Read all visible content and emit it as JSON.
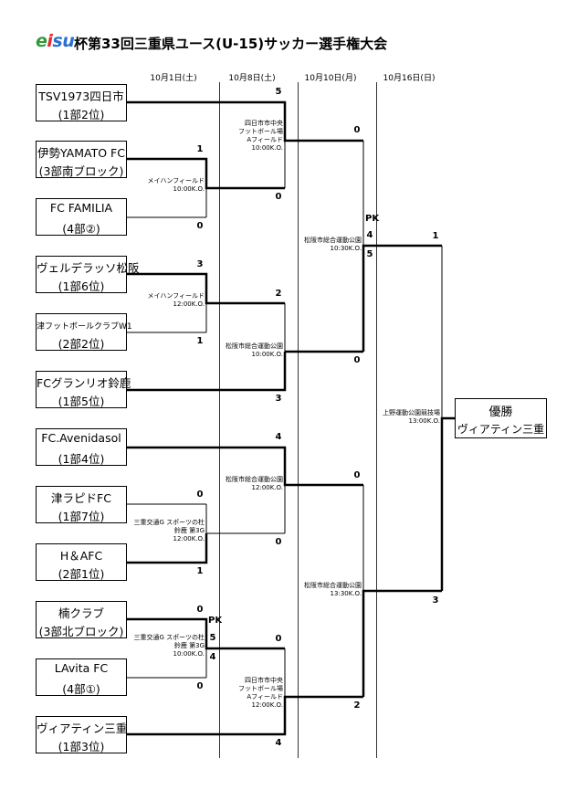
{
  "header": {
    "logo_e": "e",
    "logo_i": "i",
    "logo_su": "su",
    "title": "杯第33回三重県ユース(U-15)サッカー選手権大会"
  },
  "dates": [
    "10月1日(土)",
    "10月8日(土)",
    "10月10日(月)",
    "10月16日(日)"
  ],
  "teams": [
    {
      "name": "TSV1973四日市",
      "sub": "(1部2位)"
    },
    {
      "name": "伊勢YAMATO FC",
      "sub": "(3部南ブロック)"
    },
    {
      "name": "FC FAMILIA",
      "sub": "(4部②)"
    },
    {
      "name": "ヴェルデラッソ松阪",
      "sub": "(1部6位)"
    },
    {
      "name": "津フットボールクラブW1",
      "sub": "(2部2位)"
    },
    {
      "name": "FCグランリオ鈴鹿",
      "sub": "(1部5位)"
    },
    {
      "name": "FC.Avenidasol",
      "sub": "(1部4位)"
    },
    {
      "name": "津ラピドFC",
      "sub": "(1部7位)"
    },
    {
      "name": "H＆AFC",
      "sub": "(2部1位)"
    },
    {
      "name": "楠クラブ",
      "sub": "(3部北ブロック)"
    },
    {
      "name": "LAvita FC",
      "sub": "(4部①)"
    },
    {
      "name": "ヴィアティン三重",
      "sub": "(1部3位)"
    }
  ],
  "scores": {
    "r1_a_top": "1",
    "r1_a_bot": "0",
    "r1_b_top": "3",
    "r1_b_bot": "1",
    "r1_c_top": "0",
    "r1_c_bot": "1",
    "r1_d_top": "0",
    "r1_d_bot": "0",
    "r1_d_pk": "PK",
    "r1_d_pk_top": "5",
    "r1_d_pk_bot": "4",
    "r2_a_top": "5",
    "r2_a_bot": "0",
    "r2_b_top": "2",
    "r2_b_bot": "3",
    "r2_c_top": "4",
    "r2_c_bot": "0",
    "r2_d_top": "0",
    "r2_d_bot": "4",
    "r3_a_top": "0",
    "r3_a_bot": "0",
    "r3_a_pk": "PK",
    "r3_a_pk_top": "4",
    "r3_a_pk_bot": "5",
    "r3_b_top": "0",
    "r3_b_bot": "2",
    "final_top": "1",
    "final_bot": "3"
  },
  "venues": {
    "r1_a": [
      "メイハンフィールド",
      "10:00K.O."
    ],
    "r1_b": [
      "メイハンフィールド",
      "12:00K.O."
    ],
    "r1_c": [
      "三重交通G スポーツの杜",
      "鈴鹿 第3G",
      "12:00K.O."
    ],
    "r1_d": [
      "三重交通G スポーツの杜",
      "鈴鹿 第3G",
      "10:00K.O."
    ],
    "r2_a": [
      "四日市市中央",
      "フットボール場",
      "Aフィールド",
      "10:00K.O."
    ],
    "r2_b": [
      "松阪市総合運動公園",
      "10:00K.O."
    ],
    "r2_c": [
      "松阪市総合運動公園",
      "12:00K.O."
    ],
    "r2_d": [
      "四日市市中央",
      "フットボール場",
      "Aフィールド",
      "12:00K.O."
    ],
    "r3_a": [
      "松阪市総合運動公園",
      "10:30K.O."
    ],
    "r3_b": [
      "松阪市総合運動公園",
      "13:30K.O."
    ],
    "final": [
      "上野運動公園競技場",
      "13:00K.O."
    ]
  },
  "winner": {
    "label": "優勝",
    "team": "ヴィアティン三重"
  }
}
